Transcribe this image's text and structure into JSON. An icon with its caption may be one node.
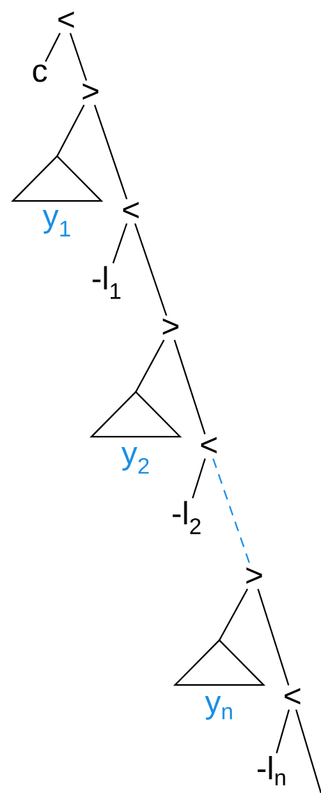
{
  "diagram": {
    "nodes": [
      {
        "text": [
          "<"
        ]
      },
      {
        "text": [
          "c"
        ]
      },
      {
        "text": [
          ">"
        ]
      },
      {
        "text": [
          "y$_{1}$"
        ]
      },
      {
        "text": [
          "<"
        ]
      },
      {
        "text": [
          "-l$_{1}$"
        ]
      },
      {
        "text": [
          ">"
        ]
      },
      {
        "text": [
          "y$_{2}$"
        ]
      },
      {
        "text": [
          "<"
        ]
      },
      {
        "text": [
          "-l$_{2}$"
        ]
      },
      {
        "text": [
          ">"
        ]
      },
      {
        "text": [
          "y$_{n}$"
        ]
      },
      {
        "text": [
          "<"
        ]
      },
      {
        "text": [
          "-l$_{n}$"
        ]
      }
    ],
    "edges": [
      {
        "from": 0,
        "to": 1,
        "arrow": "none"
      },
      {
        "from": 0,
        "to": 2,
        "arrow": "none"
      },
      {
        "from": 2,
        "to": 3,
        "arrow": "none"
      },
      {
        "from": 2,
        "to": 4,
        "arrow": "none"
      },
      {
        "from": 4,
        "to": 5,
        "arrow": "none"
      },
      {
        "from": 4,
        "to": 6,
        "arrow": "none"
      },
      {
        "from": 6,
        "to": 7,
        "arrow": "none"
      },
      {
        "from": 6,
        "to": 8,
        "arrow": "none"
      },
      {
        "from": 8,
        "to": 9,
        "arrow": "none"
      },
      {
        "from": 8,
        "to": 10,
        "arrow": "none",
        "style": "dashed",
        "color": "#1a8fe3"
      },
      {
        "from": 10,
        "to": 11,
        "arrow": "none"
      },
      {
        "from": 10,
        "to": 12,
        "arrow": "none"
      },
      {
        "from": 12,
        "to": 13,
        "arrow": "none"
      },
      {
        "from": 12,
        "to": null,
        "arrow": "none"
      }
    ]
  }
}
